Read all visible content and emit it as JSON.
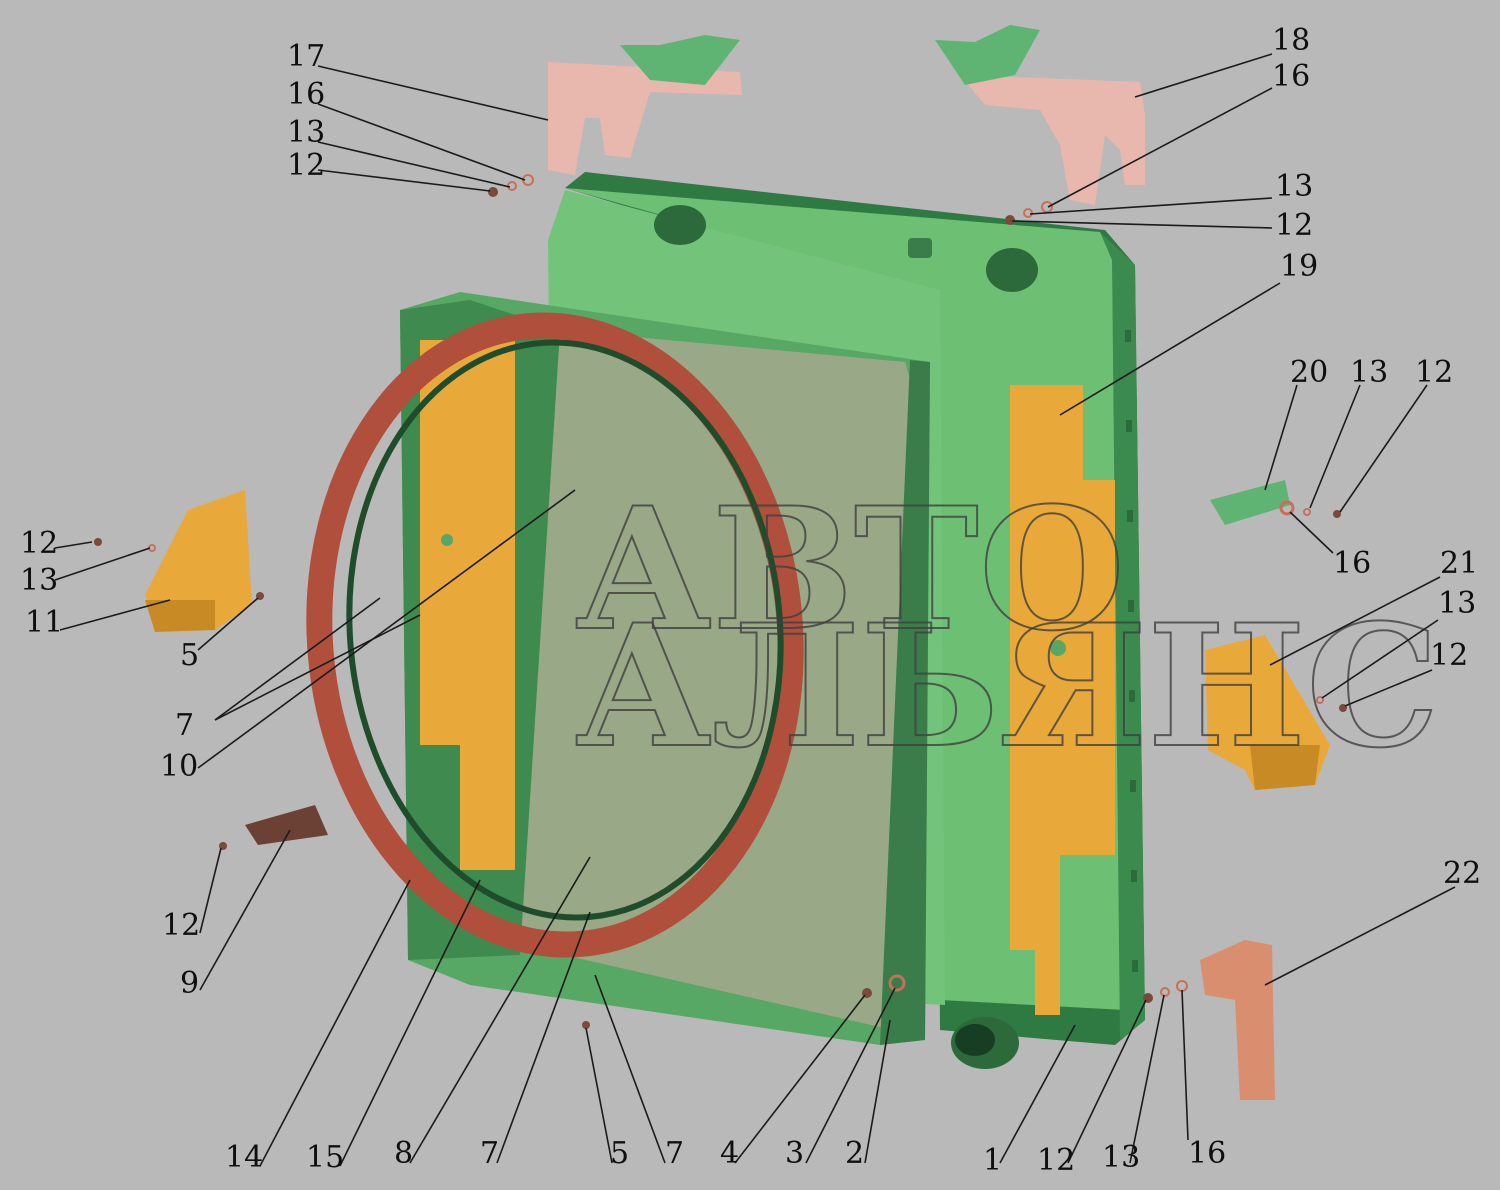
{
  "watermark": {
    "line1": "АВТО",
    "line2": "АЛЬЯНС"
  },
  "callouts": {
    "c17": "17",
    "c16a": "16",
    "c13a": "13",
    "c12a": "12",
    "c18": "18",
    "c16b": "16",
    "c13b": "13",
    "c12b": "12",
    "c19": "19",
    "c20": "20",
    "c13c": "13",
    "c12c": "12",
    "c16c": "16",
    "c21": "21",
    "c13d": "13",
    "c12d": "12",
    "c22": "22",
    "c12e": "12",
    "c13e": "13",
    "c11": "11",
    "c5a": "5",
    "c7a": "7",
    "c10": "10",
    "c12f": "12",
    "c9": "9",
    "c14": "14",
    "c15": "15",
    "c8": "8",
    "c7b": "7",
    "c5b": "5",
    "c7c": "7",
    "c4": "4",
    "c3": "3",
    "c2": "2",
    "c1": "1",
    "c12g": "12",
    "c13g": "13",
    "c16g": "16"
  },
  "colors": {
    "background": "#b9b9b9",
    "radiator_green": "#6dbf73",
    "radiator_dark": "#2f7a43",
    "shroud_green": "#57a864",
    "plate_orange": "#e8a93a",
    "bracket_pink": "#e8b8ae",
    "ring_brown": "#b0503c",
    "bracket_green": "#5fb473"
  }
}
